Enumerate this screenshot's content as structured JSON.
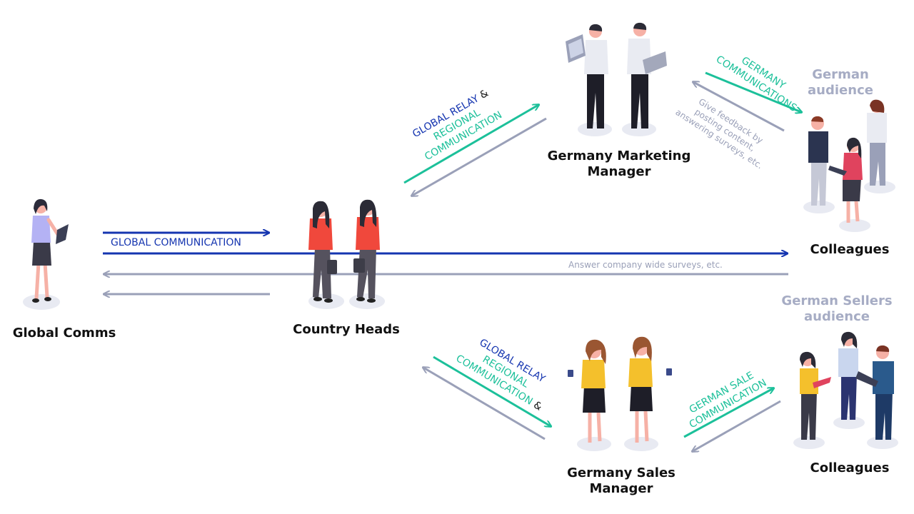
{
  "nodes": {
    "global_comms": "Global Comms",
    "country_heads": "Country Heads",
    "marketing_manager": [
      "Germany Marketing",
      "Manager"
    ],
    "sales_manager": [
      "Germany Sales",
      "Manager"
    ],
    "colleagues_top": "Colleagues",
    "colleagues_bottom": "Colleagues"
  },
  "audiences": {
    "german": [
      "German",
      "audience"
    ],
    "german_sellers": [
      "German Sellers",
      "audience"
    ]
  },
  "flows": {
    "global_communication": "GLOBAL COMMUNICATION",
    "answer_surveys": "Answer company wide surveys, etc.",
    "relay_top": {
      "line1_blue": "GLOBAL RELAY",
      "line1_amp": "&",
      "line2": "REGIONAL",
      "line3": "COMMUNICATION"
    },
    "relay_bottom": {
      "line1_blue": "GLOBAL RELAY",
      "line3_amp": "&",
      "line2": "REGIONAL",
      "line3": "COMMUNICATION"
    },
    "germany_communications": [
      "GERMANY",
      "COMMUNICATIONS"
    ],
    "feedback": [
      "Give feedback by",
      "posting content,",
      "answering surveys, etc."
    ],
    "german_sale": [
      "GERMAN SALE",
      "COMMUNICATION"
    ]
  },
  "colors": {
    "blue": "#1535b0",
    "teal": "#1cc09a",
    "gray": "#9aa0b8",
    "audience": "#a6acc4"
  }
}
